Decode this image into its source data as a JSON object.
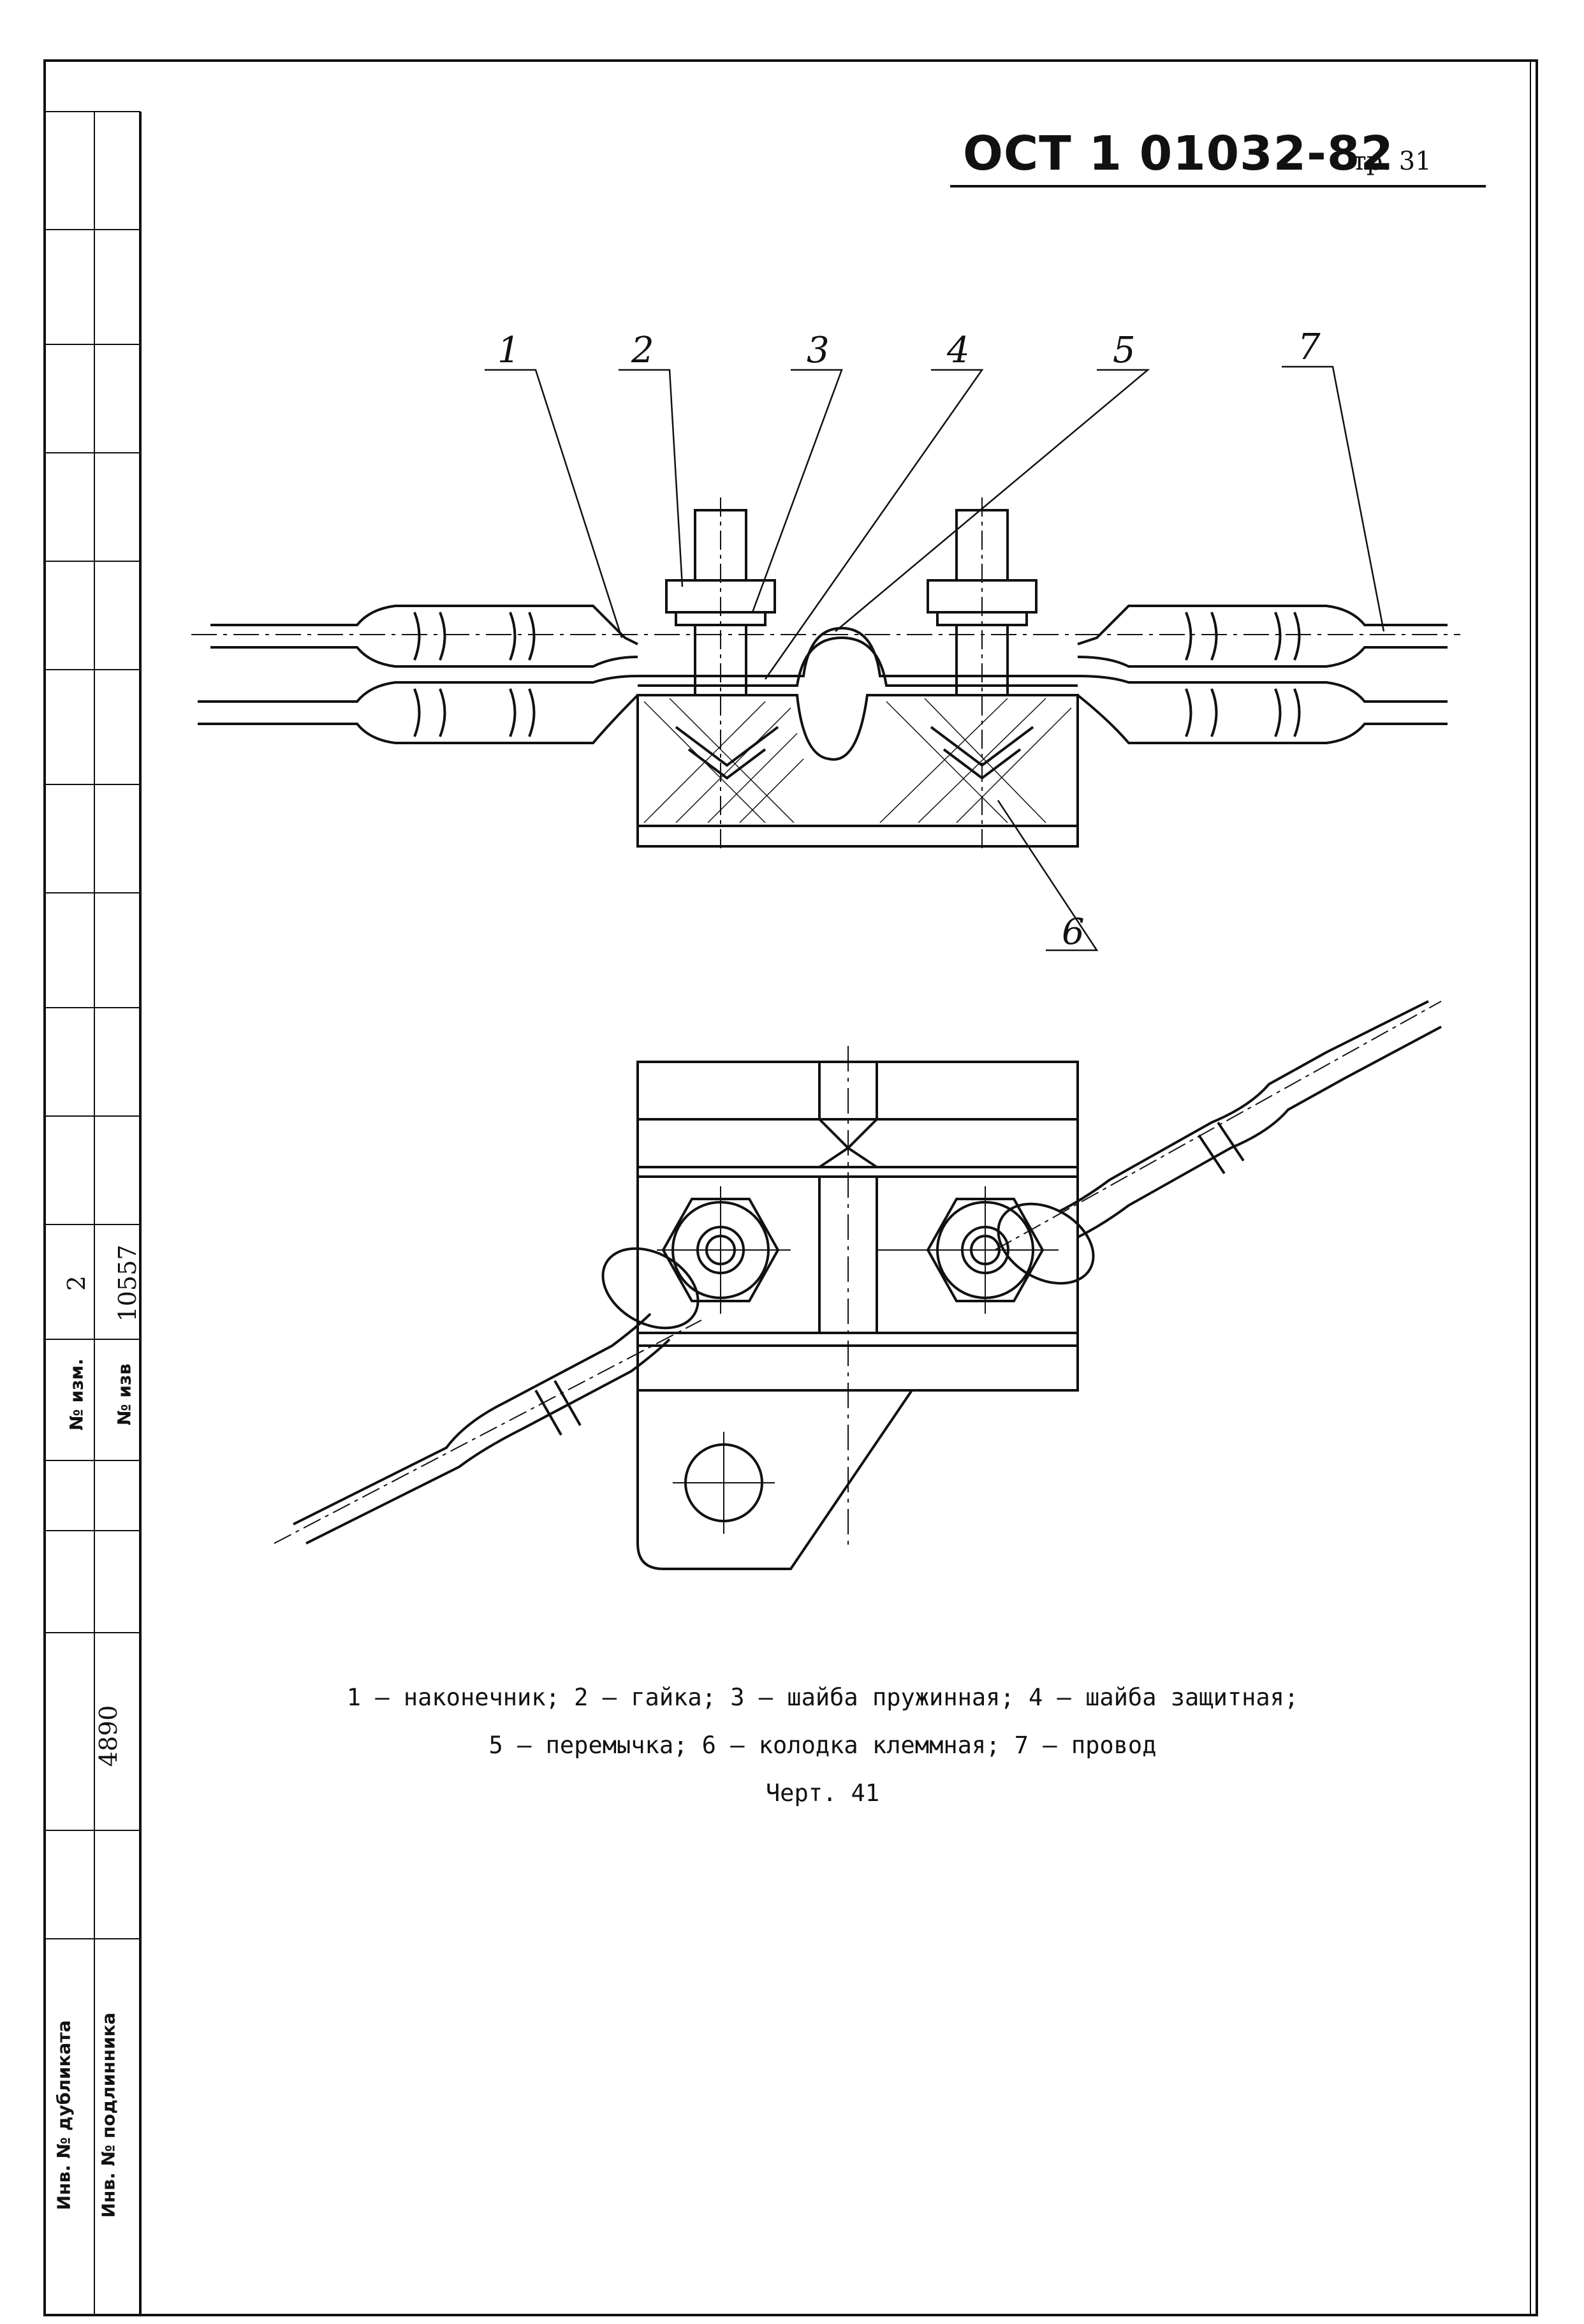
{
  "header": {
    "standard_code": "ОСТ 1 01032-82",
    "page_label": "Стр. 31"
  },
  "drawing": {
    "callouts": [
      "1",
      "2",
      "3",
      "4",
      "5",
      "6",
      "7"
    ]
  },
  "caption": {
    "line1": "1 – наконечник; 2 – гайка; 3 – шайба пружинная; 4 – шайба защитная;",
    "line2": "5 – перемычка; 6 – колодка клеммная; 7 – провод",
    "figure": "Черт. 41"
  },
  "side_stamp": {
    "change_no_label": "№ изм.",
    "change_no_value": "2",
    "notice_no_label": "№ изв",
    "notice_no_value": "10557",
    "original_inv_label": "Инв. № подлинника",
    "original_inv_value": "4890",
    "duplicate_inv_label": "Инв. № дубликата"
  }
}
